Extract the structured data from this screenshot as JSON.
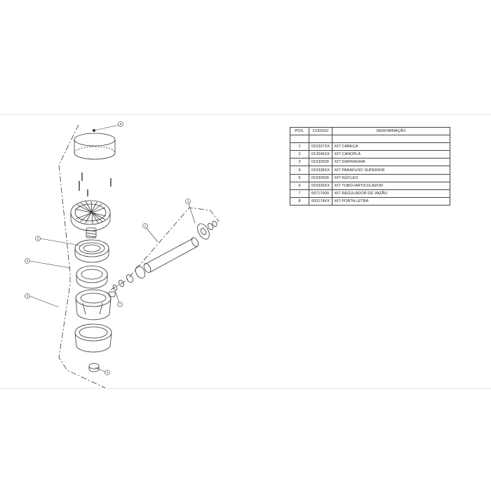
{
  "table": {
    "headers": {
      "pos": "POS.",
      "code": "CODIGO",
      "name": "DENOMINAÇÃO"
    },
    "rows": [
      {
        "pos": "1",
        "code": "015327XX",
        "name": "KIT CABEÇA"
      },
      {
        "pos": "2",
        "code": "012546XX",
        "name": "KIT CANOPLA"
      },
      {
        "pos": "3",
        "code": "01532500",
        "name": "KIT DIAFRAGMA"
      },
      {
        "pos": "4",
        "code": "015328XX",
        "name": "KIT PARAFUSO SUPERIOR"
      },
      {
        "pos": "5",
        "code": "01532600",
        "name": "KIT NÚCLEO"
      },
      {
        "pos": "6",
        "code": "015329XX",
        "name": "KIT TUBO+ARTICULADOR"
      },
      {
        "pos": "7",
        "code": "00717000",
        "name": "KIT REGULADOR DE VAZÃO"
      },
      {
        "pos": "8",
        "code": "003174XX",
        "name": "KIT PORTA LETRA"
      }
    ]
  },
  "diagram": {
    "callouts": [
      "8",
      "3",
      "6",
      "5",
      "2",
      "1",
      "7",
      "4"
    ]
  }
}
